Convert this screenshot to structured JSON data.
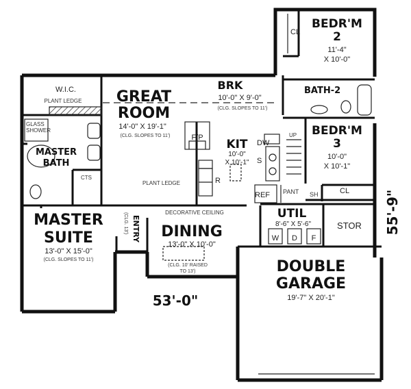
{
  "plan": {
    "dimensions": {
      "width": "53'-0\"",
      "depth": "55'-9\""
    },
    "rooms": [
      {
        "id": "great-room",
        "name": [
          "GREAT",
          "ROOM"
        ],
        "size": "14'-0\" X 19'-1\"",
        "note": "(CLG. SLOPES TO 11')"
      },
      {
        "id": "brk",
        "name": "BRK",
        "size": "10'-0\" X 9'-0\"",
        "note": "(CLG. SLOPES TO 11')"
      },
      {
        "id": "bedroom-2",
        "name": [
          "BEDR'M",
          "2"
        ],
        "size": [
          "11'-4\"",
          "X 10'-0\""
        ]
      },
      {
        "id": "bedroom-3",
        "name": [
          "BEDR'M",
          "3"
        ],
        "size": [
          "10'-0\"",
          "X 10'-1\""
        ]
      },
      {
        "id": "bath-2",
        "name": "BATH-2"
      },
      {
        "id": "kit",
        "name": "KIT",
        "size": [
          "10'-0\"",
          "X 10'-1\""
        ]
      },
      {
        "id": "master-bath",
        "name": [
          "MASTER",
          "BATH"
        ]
      },
      {
        "id": "master-suite",
        "name": [
          "MASTER",
          "SUITE"
        ],
        "size": "13'-0\" X 15'-0\"",
        "note": "(CLG. SLOPES TO 11')"
      },
      {
        "id": "dining",
        "name": "DINING",
        "size": "13'-0\" X 10'-0\"",
        "note": [
          "(CLG. 10' RAISED",
          "TO 13')"
        ]
      },
      {
        "id": "util",
        "name": "UTIL",
        "size": "8'-6\" X 5'-6\""
      },
      {
        "id": "stor",
        "name": "STOR"
      },
      {
        "id": "double-garage",
        "name": [
          "DOUBLE",
          "GARAGE"
        ],
        "size": "19'-7\" X 20'-1\""
      },
      {
        "id": "entry",
        "name": "ENTRY",
        "note": "(CLG. 13')"
      }
    ],
    "labels": {
      "wic": "W.I.C.",
      "plant_ledge_top": "PLANT LEDGE",
      "glass_shower": [
        "GLASS",
        "SHOWER"
      ],
      "cts": "CTS",
      "fireplace": "F/P",
      "plant_ledge_mid": "PLANT LEDGE",
      "r": "R",
      "dw": "DW",
      "s": "S",
      "up": "UP",
      "ref": "REF",
      "pant": "PANT",
      "sh": "SH",
      "cl_bed2": "CL",
      "cl_bed3": "CL",
      "decorative_ceiling": "DECORATIVE CEILING",
      "w": "W",
      "d": "D",
      "f": "F"
    }
  }
}
